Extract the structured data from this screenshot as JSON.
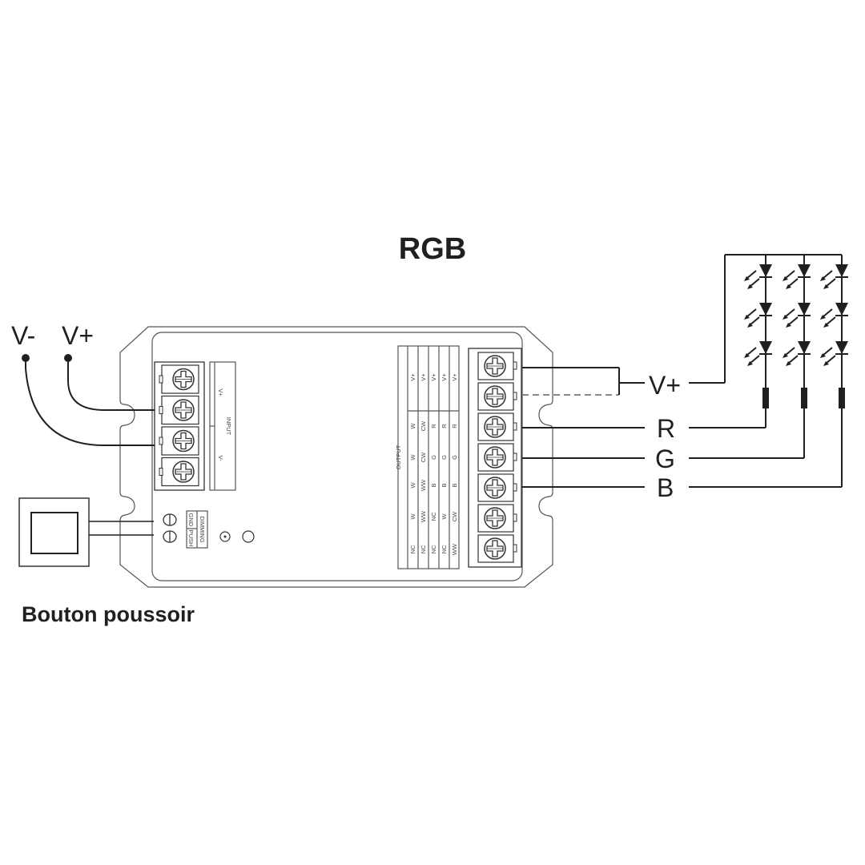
{
  "title": "RGB",
  "caption": "Bouton poussoir",
  "power_input": {
    "negative_label": "V-",
    "positive_label": "V+"
  },
  "controller": {
    "input_block": {
      "header": "INPUT",
      "labels": [
        "V+",
        "V-"
      ],
      "terminal_count": 4
    },
    "dimming_block": {
      "header": "DIMMING",
      "labels": [
        "GND",
        "PUSH"
      ]
    },
    "output_block": {
      "header": "OUTPUT",
      "terminal_count": 7,
      "columns": [
        [
          "V+",
          "W",
          "W",
          "W",
          "W",
          "NC"
        ],
        [
          "V+",
          "CW",
          "CW",
          "WW",
          "WW",
          "NC"
        ],
        [
          "V+",
          "R",
          "G",
          "B",
          "NC",
          "NC"
        ],
        [
          "V+",
          "R",
          "G",
          "B",
          "W",
          "NC"
        ],
        [
          "V+",
          "R",
          "G",
          "B",
          "CW",
          "WW"
        ]
      ]
    }
  },
  "output_wires": {
    "labels": [
      "V+",
      "R",
      "G",
      "B"
    ]
  },
  "led_array": {
    "strings": 3,
    "leds_per_string": 3
  }
}
